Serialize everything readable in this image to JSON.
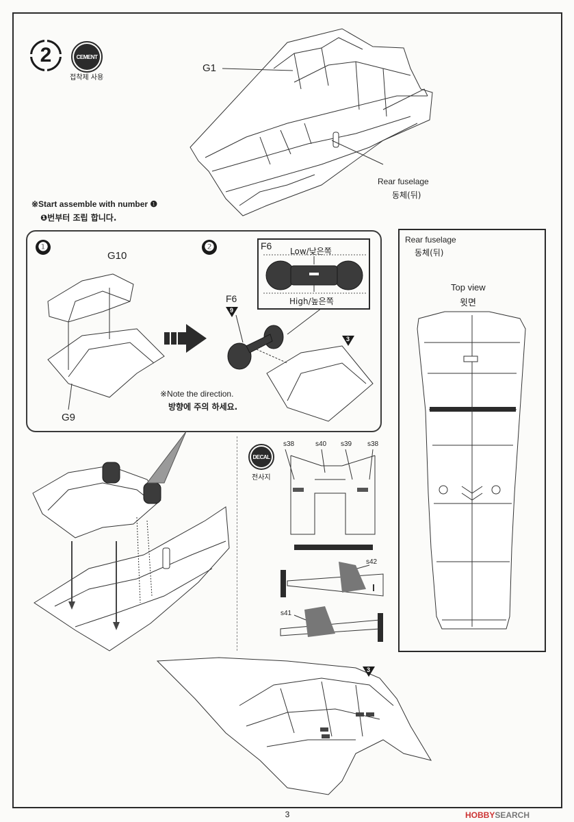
{
  "step": {
    "number": "2",
    "cement_badge": "CEMENT",
    "cement_note": "접착제 사용"
  },
  "top_assembly": {
    "part_g1": "G1",
    "rear_fuselage_en": "Rear fuselage",
    "rear_fuselage_kr": "동체(뒤)"
  },
  "start_note": {
    "en": "※Start assemble with number ❶",
    "kr": "❶번부터 조립 합니다."
  },
  "sub_assembly": {
    "sub1_number": "❶",
    "sub2_number": "❷",
    "part_g10": "G10",
    "part_g9": "G9",
    "part_f6": "F6",
    "marker_9": "9",
    "marker_3": "3",
    "direction_note_en": "※Note the direction.",
    "direction_note_kr": "방향에 주의 하세요."
  },
  "f6_detail": {
    "part": "F6",
    "low_label": "Low/낮은쪽",
    "high_label": "High/높은쪽"
  },
  "decal": {
    "badge": "DECAL",
    "note": "전사지",
    "labels": [
      "s38",
      "s40",
      "s39",
      "s38"
    ],
    "s42": "s42",
    "s41": "s41"
  },
  "top_view_panel": {
    "title_en": "Rear fuselage",
    "title_kr": "동체(뒤)",
    "view_en": "Top view",
    "view_kr": "윗면"
  },
  "final_marker": "3",
  "footer": {
    "page_number": "3",
    "watermark_brand": "HOBBY",
    "watermark_rest": "SEARCH"
  }
}
